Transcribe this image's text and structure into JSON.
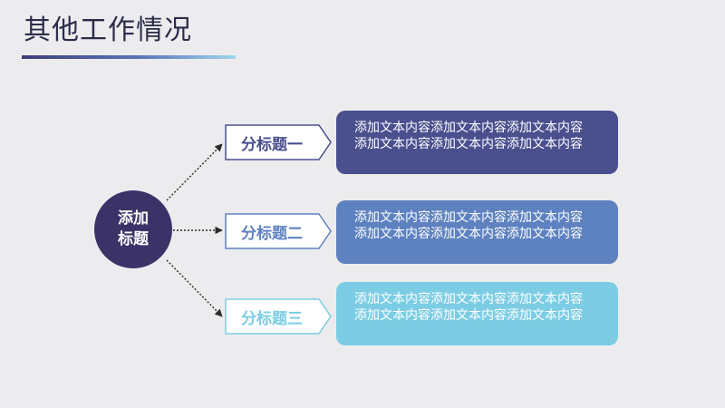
{
  "page": {
    "title": "其他工作情况"
  },
  "center": {
    "label": "添加\n标题"
  },
  "branches": [
    {
      "tag": "分标题一",
      "lines": [
        "添加文本内容添加文本内容添加文本内容",
        "添加文本内容添加文本内容添加文本内容"
      ],
      "color": "#4a4f8e"
    },
    {
      "tag": "分标题二",
      "lines": [
        "添加文本内容添加文本内容添加文本内容",
        "添加文本内容添加文本内容添加文本内容"
      ],
      "color": "#5e82bf"
    },
    {
      "tag": "分标题三",
      "lines": [
        "添加文本内容添加文本内容添加文本内容",
        "添加文本内容添加文本内容添加文本内容"
      ],
      "color": "#7ccde4"
    }
  ],
  "colors": {
    "background": "#ececef",
    "title_text": "#2c2c4a",
    "center_node": "#3b3368",
    "connector": "#2a2a2a"
  }
}
